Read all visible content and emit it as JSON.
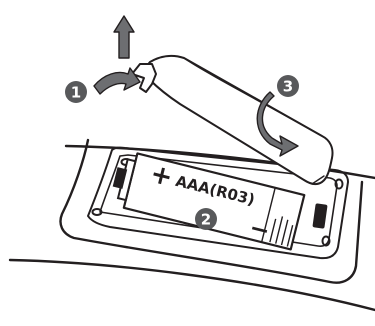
{
  "battery": {
    "type_label": "AAA(R03)",
    "plus_sign": "+",
    "minus_sign": "−"
  },
  "steps": [
    {
      "number": "1"
    },
    {
      "number": "2"
    },
    {
      "number": "3"
    }
  ],
  "colors": {
    "line": "#231f20",
    "callout_fill": "#58595b",
    "arrow_fill": "#6d6e71",
    "background": "#ffffff"
  }
}
